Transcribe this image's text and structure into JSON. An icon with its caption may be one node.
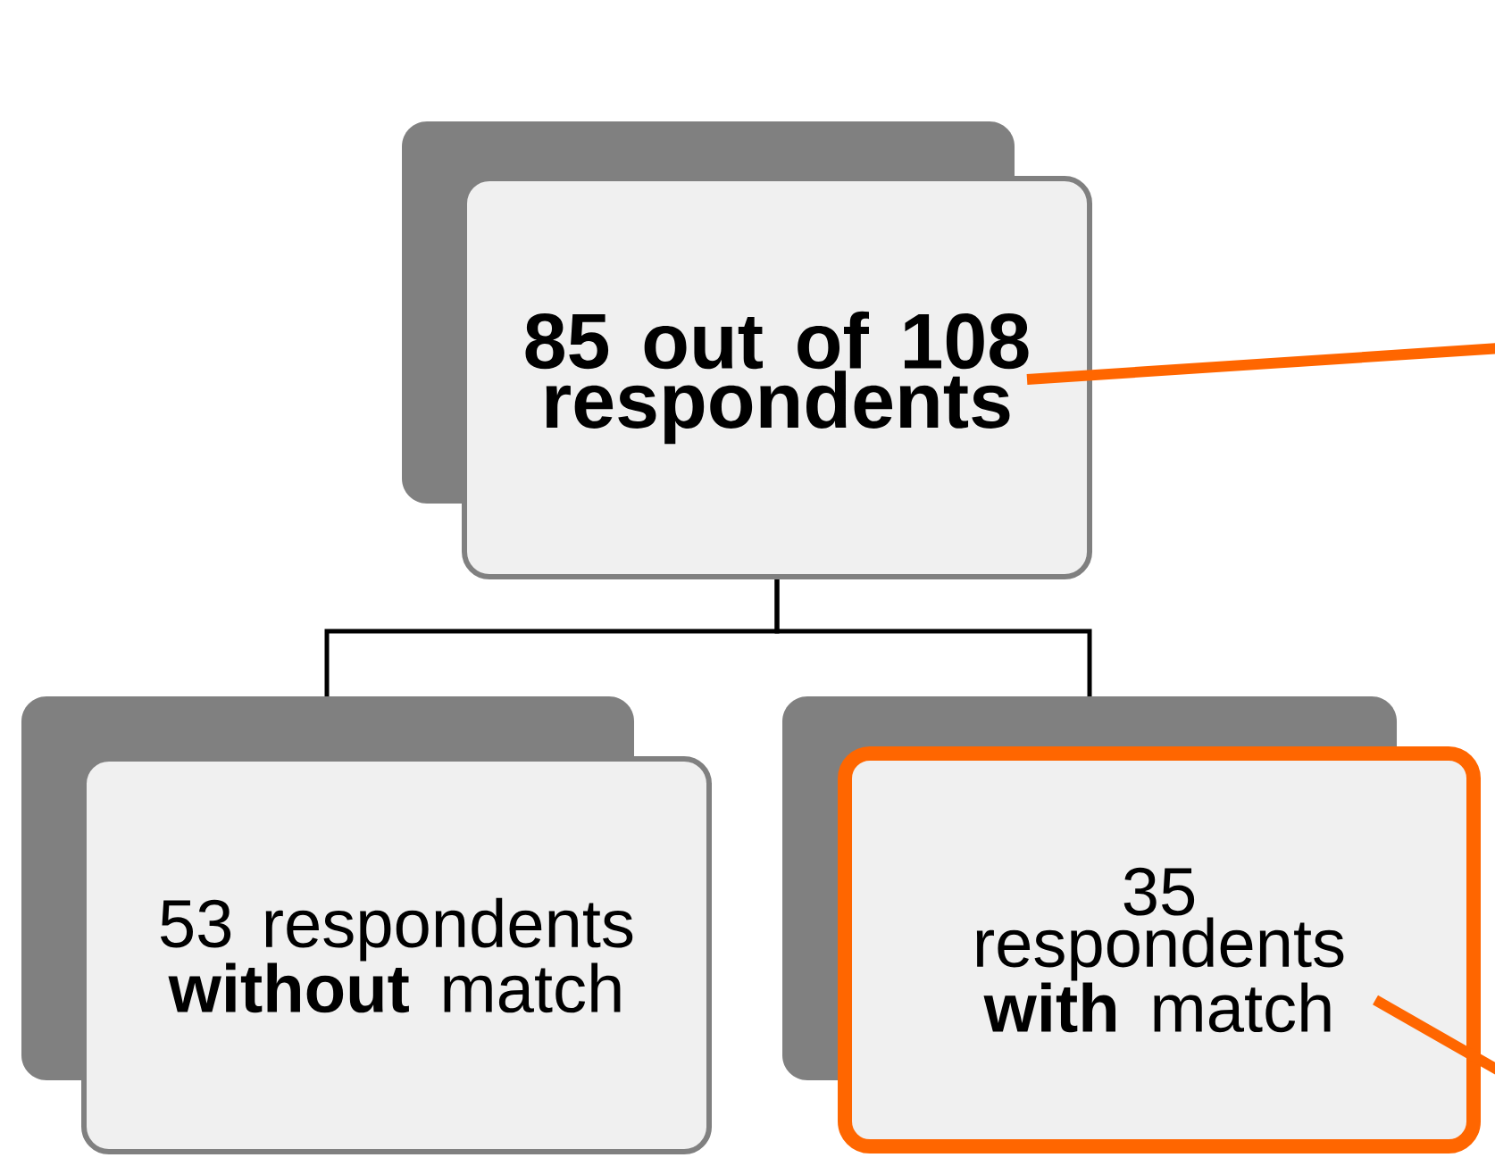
{
  "diagram": {
    "nodes": [
      {
        "text": [
          "85 out of 108 respondents"
        ]
      },
      {
        "text": [
          "53 respondents **without** match"
        ]
      },
      {
        "text": [
          "35 respondents **with** match"
        ]
      }
    ],
    "edges": [
      {
        "from": 0,
        "to": 1,
        "arrow": "none"
      },
      {
        "from": 0,
        "to": 2,
        "arrow": "none"
      },
      {
        "from": 0,
        "to": null,
        "arrow": "none",
        "style": "thick",
        "color": "#ff6600"
      },
      {
        "from": 2,
        "to": null,
        "arrow": "none",
        "style": "thick",
        "color": "#ff6600"
      }
    ]
  }
}
